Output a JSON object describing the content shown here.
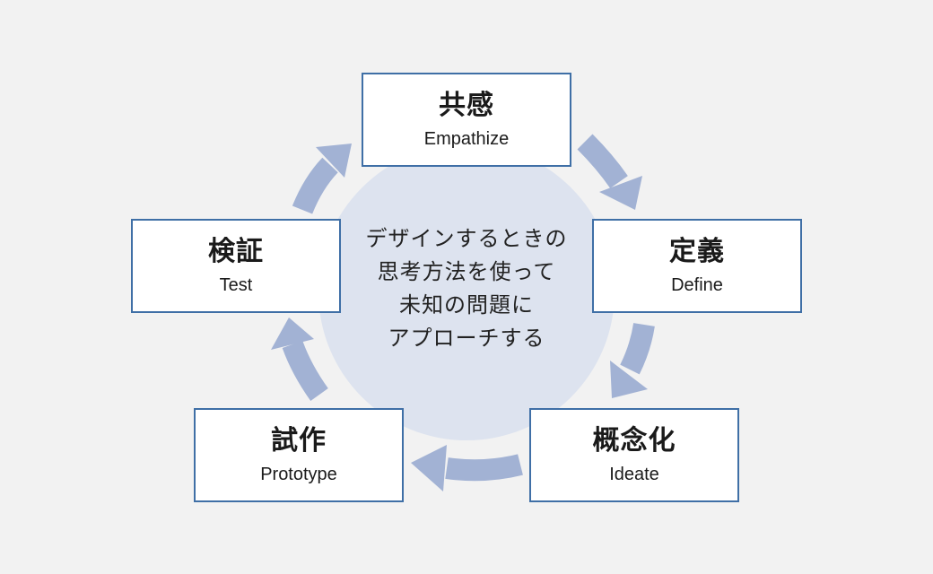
{
  "colors": {
    "background": "#f2f2f2",
    "circle": "#dde3ef",
    "arrow": "#a2b2d4",
    "box_border": "#3f6fa6",
    "box_fill": "#ffffff"
  },
  "center": {
    "lines": [
      "デザインするときの",
      "思考方法を使って",
      "未知の問題に",
      "アプローチする"
    ]
  },
  "stages": {
    "empathize": {
      "jp": "共感",
      "en": "Empathize"
    },
    "define": {
      "jp": "定義",
      "en": "Define"
    },
    "ideate": {
      "jp": "概念化",
      "en": "Ideate"
    },
    "prototype": {
      "jp": "試作",
      "en": "Prototype"
    },
    "test": {
      "jp": "検証",
      "en": "Test"
    }
  }
}
